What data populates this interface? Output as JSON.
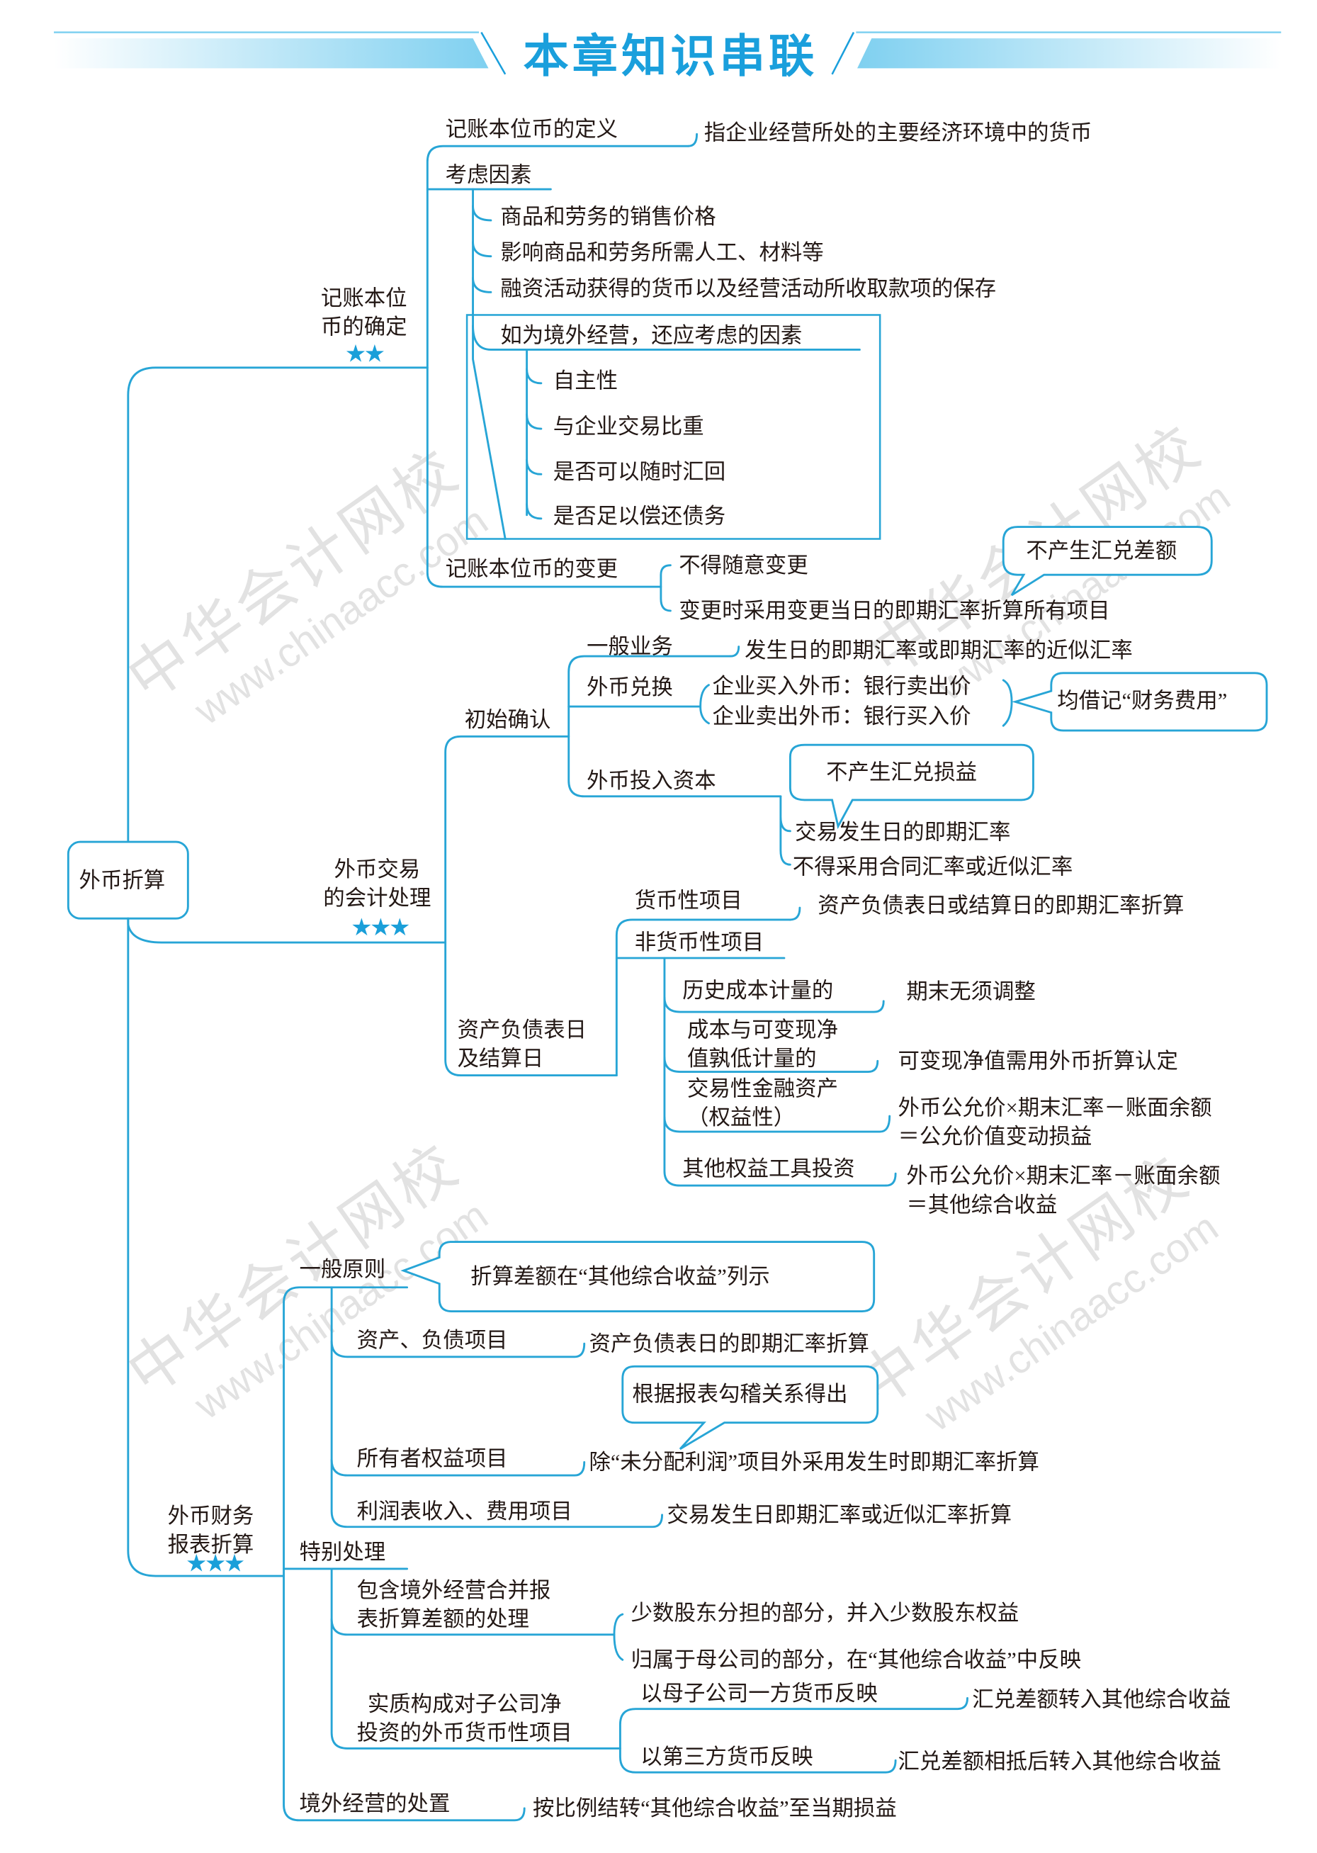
{
  "title": "本章知识串联",
  "watermark": {
    "cn": "中华会计网校",
    "url": "www.chinaacc.com"
  },
  "colors": {
    "accent": "#27a5d6",
    "title": "#1a9fdc",
    "star": "#1a9fd9"
  },
  "root": "外币折算",
  "b1": {
    "label": "记账本位\n币的确定",
    "stars": "★★",
    "def": {
      "label": "记账本位币的定义",
      "leaf": "指企业经营所处的主要经济环境中的货币"
    },
    "factors": {
      "label": "考虑因素",
      "items": [
        "商品和劳务的销售价格",
        "影响商品和劳务所需人工、材料等",
        "融资活动获得的货币以及经营活动所收取款项的保存"
      ],
      "overseas": {
        "label": "如为境外经营，还应考虑的因素",
        "items": [
          "自主性",
          "与企业交易比重",
          "是否可以随时汇回",
          "是否足以偿还债务"
        ]
      }
    },
    "change": {
      "label": "记账本位币的变更",
      "leaves": [
        "不得随意变更",
        "变更时采用变更当日的即期汇率折算所有项目"
      ],
      "callout": "不产生汇兑差额"
    }
  },
  "b2": {
    "label": "外币交易\n的会计处理",
    "stars": "★★★",
    "initial": {
      "label": "初始确认",
      "general": {
        "label": "一般业务",
        "leaf": "发生日的即期汇率或即期汇率的近似汇率"
      },
      "exchange": {
        "label": "外币兑换",
        "leaves": [
          "企业买入外币：银行卖出价",
          "企业卖出外币：银行买入价"
        ],
        "callout": "均借记“财务费用”"
      },
      "capital": {
        "label": "外币投入资本",
        "leaves": [
          "交易发生日的即期汇率",
          "不得采用合同汇率或近似汇率"
        ],
        "callout": "不产生汇兑损益"
      }
    },
    "settle": {
      "label": "资产负债表日\n及结算日",
      "monetary": {
        "label": "货币性项目",
        "leaf": "资产负债表日或结算日的即期汇率折算"
      },
      "nonmonetary": {
        "label": "非货币性项目",
        "items": [
          {
            "label": "历史成本计量的",
            "leaf": "期末无须调整"
          },
          {
            "label": "成本与可变现净\n值孰低计量的",
            "leaf": "可变现净值需用外币折算认定"
          },
          {
            "label": "交易性金融资产\n（权益性）",
            "leaf": "外币公允价×期末汇率－账面余额\n＝公允价值变动损益"
          },
          {
            "label": "其他权益工具投资",
            "leaf": "外币公允价×期末汇率－账面余额\n＝其他综合收益"
          }
        ]
      }
    }
  },
  "b3": {
    "label": "外币财务\n报表折算",
    "stars": "★★★",
    "principle": {
      "label": "一般原则",
      "callout": "折算差额在“其他综合收益”列示",
      "assets": {
        "label": "资产、负债项目",
        "leaf": "资产负债表日的即期汇率折算"
      },
      "equity": {
        "label": "所有者权益项目",
        "leaf": "除“未分配利润”项目外采用发生时即期汇率折算",
        "callout": "根据报表勾稽关系得出"
      },
      "income": {
        "label": "利润表收入、费用项目",
        "leaf": "交易发生日即期汇率或近似汇率折算"
      }
    },
    "special": {
      "label": "特别处理",
      "consolidated": {
        "label": "包含境外经营合并报\n表折算差额的处理",
        "leaves": [
          "少数股东分担的部分，并入少数股东权益",
          "归属于母公司的部分，在“其他综合收益”中反映"
        ]
      },
      "netinvest": {
        "label": "实质构成对子公司净\n投资的外币货币性项目",
        "a": {
          "label": "以母子公司一方货币反映",
          "leaf": "汇兑差额转入其他综合收益"
        },
        "b": {
          "label": "以第三方货币反映",
          "leaf": "汇兑差额相抵后转入其他综合收益"
        }
      }
    },
    "disposal": {
      "label": "境外经营的处置",
      "leaf": "按比例结转“其他综合收益”至当期损益"
    }
  }
}
